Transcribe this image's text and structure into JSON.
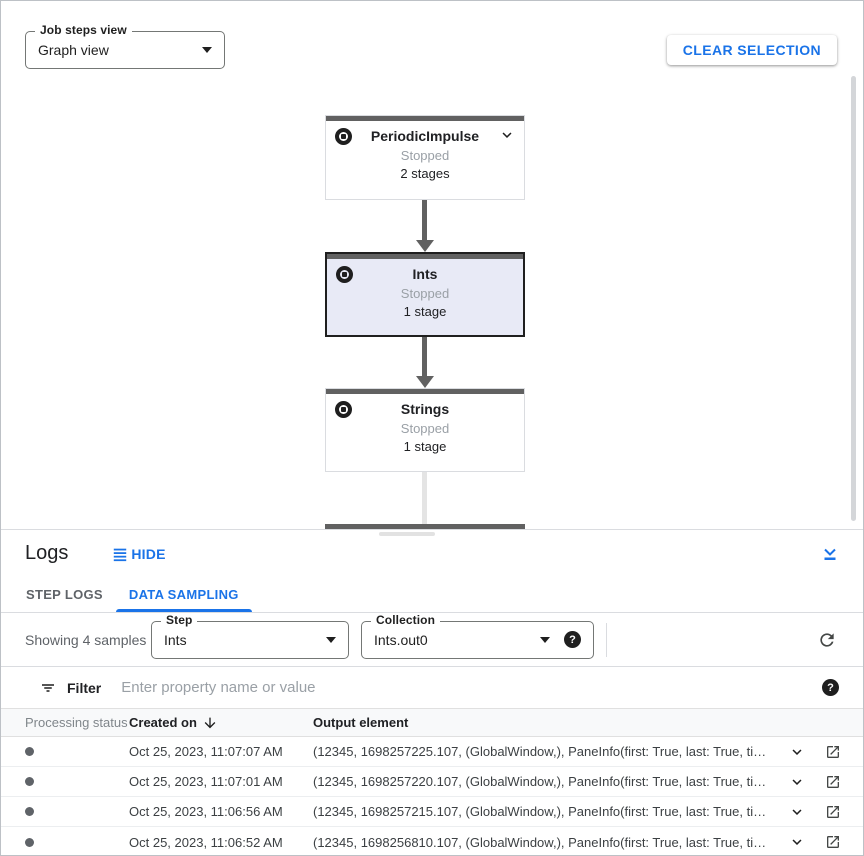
{
  "colors": {
    "accent_blue": "#1a73e8",
    "text_dark": "#202124",
    "text_gray": "#5f6368",
    "node_bar_gray": "#616161",
    "selected_node_bg": "#e8eaf6",
    "table_header_bg": "#f8f9fa"
  },
  "toolbar": {
    "view_select": {
      "label": "Job steps view",
      "value": "Graph view"
    },
    "clear_selection_label": "CLEAR SELECTION"
  },
  "graph": {
    "nodes": [
      {
        "name": "PeriodicImpulse",
        "status": "Stopped",
        "stages": "2 stages"
      },
      {
        "name": "Ints",
        "status": "Stopped",
        "stages": "1 stage"
      },
      {
        "name": "Strings",
        "status": "Stopped",
        "stages": "1 stage"
      }
    ]
  },
  "logs": {
    "title": "Logs",
    "hide_label": "HIDE",
    "tabs": [
      {
        "label": "STEP LOGS"
      },
      {
        "label": "DATA SAMPLING"
      }
    ],
    "active_tab": "DATA SAMPLING",
    "showing_text": "Showing 4 samples",
    "step_select": {
      "label": "Step",
      "value": "Ints"
    },
    "collection_select": {
      "label": "Collection",
      "value": "Ints.out0"
    },
    "filter": {
      "label": "Filter",
      "placeholder": "Enter property name or value"
    }
  },
  "table": {
    "columns": {
      "processing_status": "Processing status",
      "created_on": "Created on",
      "output_element": "Output element"
    },
    "rows": [
      {
        "created_on": "Oct 25, 2023, 11:07:07 AM",
        "output_element": "(12345, 1698257225.107, (GlobalWindow,), PaneInfo(first: True, last: True, timing…"
      },
      {
        "created_on": "Oct 25, 2023, 11:07:01 AM",
        "output_element": "(12345, 1698257220.107, (GlobalWindow,), PaneInfo(first: True, last: True, timing…"
      },
      {
        "created_on": "Oct 25, 2023, 11:06:56 AM",
        "output_element": "(12345, 1698257215.107, (GlobalWindow,), PaneInfo(first: True, last: True, timing…"
      },
      {
        "created_on": "Oct 25, 2023, 11:06:52 AM",
        "output_element": "(12345, 1698256810.107, (GlobalWindow,), PaneInfo(first: True, last: True, timing…"
      }
    ]
  },
  "icons": {
    "help": "?"
  }
}
